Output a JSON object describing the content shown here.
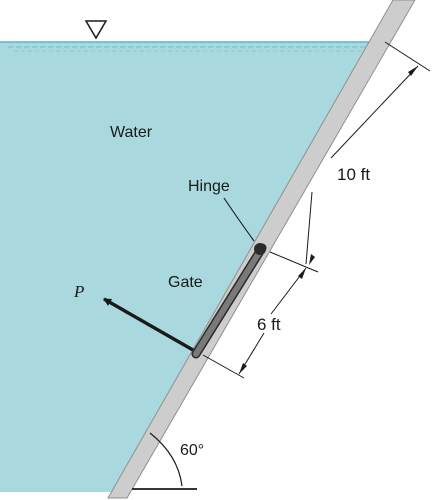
{
  "labels": {
    "water": "Water",
    "hinge": "Hinge",
    "gate": "Gate",
    "force": "P",
    "upper_dimension": "10 ft",
    "gate_dimension": "6 ft",
    "wall_angle": "60°"
  },
  "colors": {
    "water": "#a9d8df",
    "water_surface": "#55b9c7",
    "wall": "#cdcdcd",
    "wall_edge": "#8f8f8f",
    "gate": "#7a7a7a",
    "gate_edge": "#2a2a2a",
    "ink": "#1a1a1a"
  },
  "icons": {
    "free_surface": "inverted-triangle-icon"
  }
}
